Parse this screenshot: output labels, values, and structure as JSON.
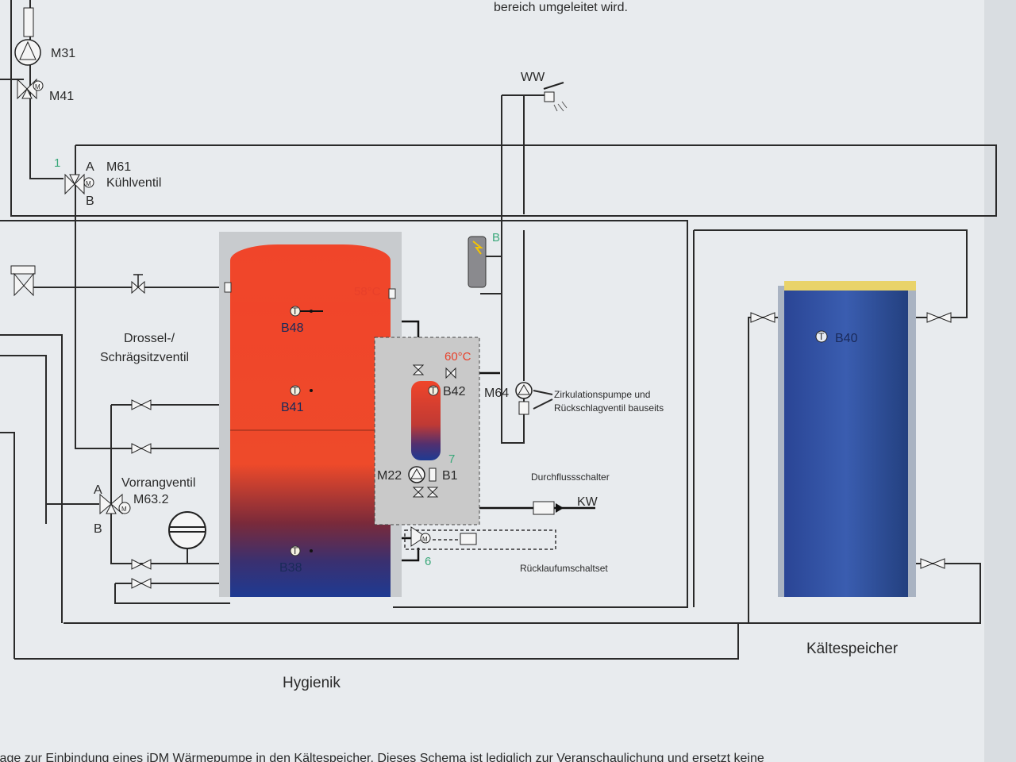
{
  "header": {
    "top_text": "bereich umgeleitet wird.",
    "bottom_text": "lage zur Einbindung eines iDM Wärmepumpe in den Kältespeicher. Dieses Schema ist lediglich zur Veranschaulichung und ersetzt keine"
  },
  "labels": {
    "m31": "M31",
    "m41": "M41",
    "m61": "M61",
    "kuehlventil": "Kühlventil",
    "port_a1": "A",
    "port_b1": "B",
    "port_a2": "A",
    "port_b2": "B",
    "num1": "1",
    "ww": "WW",
    "drossel_line1": "Drossel-/",
    "drossel_line2": "Schrägsitzventil",
    "b48": "B48",
    "b41": "B41",
    "b38": "B38",
    "b42": "B42",
    "b1": "B1",
    "b40": "B40",
    "m22": "M22",
    "m64": "M64",
    "m632": "M63.2",
    "vorrangventil": "Vorrangventil",
    "temp58": "58°C",
    "temp60": "60°C",
    "num7": "7",
    "num6": "6",
    "letter_b": "B",
    "zirk_line1": "Zirkulationspumpe und",
    "zirk_line2": "Rückschlagventil bauseits",
    "durchfluss": "Durchflussschalter",
    "kw": "KW",
    "ruecklauf": "Rücklaufumschaltset",
    "hygienik": "Hygienik",
    "kaeltespeicher": "Kältespeicher",
    "sensor_t": "T",
    "motor_m": "M"
  },
  "colors": {
    "hot": "#f0452a",
    "cold": "#1f3a8a",
    "kaelte_blue": "#2a4fa0",
    "kaelte_top": "#e9d36a",
    "station_bg": "#c8c8c8"
  }
}
